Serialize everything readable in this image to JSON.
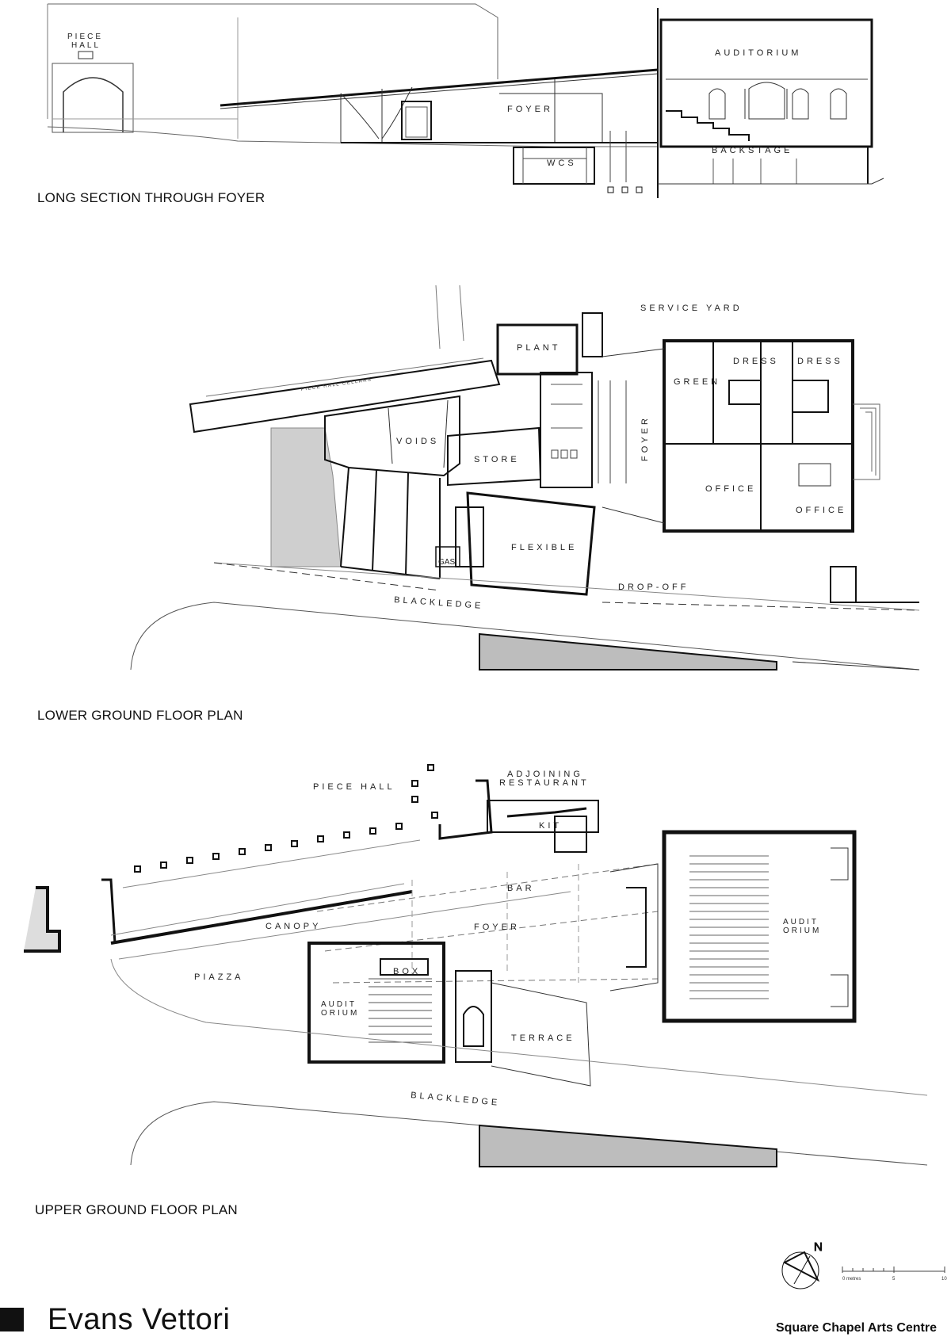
{
  "long_section": {
    "caption": "LONG SECTION THROUGH FOYER",
    "labels": {
      "piece_hall": "PIECE\nHALL",
      "foyer": "FOYER",
      "auditorium": "AUDITORIUM",
      "wcs": "WCS",
      "backstage": "BACKSTAGE"
    }
  },
  "lower_ground": {
    "caption": "LOWER GROUND FLOOR PLAN",
    "labels": {
      "service_yard": "SERVICE YARD",
      "plant": "PLANT",
      "piece_hall_cellars": "PIECE HALL CELLARS",
      "voids": "VOIDS",
      "store": "STORE",
      "foyer": "FOYER",
      "green": "GREEN",
      "dress_1": "DRESS",
      "dress_2": "DRESS",
      "office_1": "OFFICE",
      "office_2": "OFFICE",
      "flexible": "FLEXIBLE",
      "gas": "GAS",
      "drop_off": "DROP-OFF",
      "blackledge": "BLACKLEDGE"
    }
  },
  "upper_ground": {
    "caption": "UPPER GROUND FLOOR PLAN",
    "labels": {
      "piece_hall": "PIECE HALL",
      "adjoining_restaurant_1": "ADJOINING",
      "adjoining_restaurant_2": "RESTAURANT",
      "kit": "KIT",
      "bar": "BAR",
      "canopy": "CANOPY",
      "foyer": "FOYER",
      "piazza": "PIAZZA",
      "box": "BOX",
      "studio_auditorium_1": "AUDIT",
      "studio_auditorium_2": "ORIUM",
      "main_auditorium_1": "AUDIT",
      "main_auditorium_2": "ORIUM",
      "terrace": "TERRACE",
      "blackledge": "BLACKLEDGE"
    }
  },
  "scale_bar": {
    "label_zero": "0 metres",
    "label_mid": "5",
    "label_end": "10"
  },
  "compass": {
    "label": "N"
  },
  "brand": {
    "name": "Evans    Vettori"
  },
  "project": {
    "title": "Square Chapel Arts Centre"
  }
}
